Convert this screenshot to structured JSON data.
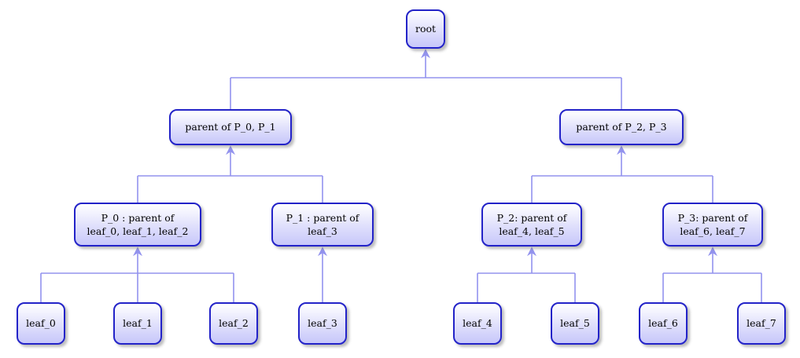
{
  "diagram": {
    "type": "tree",
    "colors": {
      "node_border": "#2323c8",
      "node_fill_top": "#ffffff",
      "node_fill_mid": "#e2e2fc",
      "node_fill_bottom": "#c7c7fa",
      "edge": "#9393ee",
      "text": "#000000"
    },
    "nodes": {
      "root": {
        "label": "root"
      },
      "parent_left": {
        "label": "parent of P_0, P_1"
      },
      "parent_right": {
        "label": "parent of P_2, P_3"
      },
      "p0": {
        "label": "P_0 : parent of\nleaf_0, leaf_1, leaf_2"
      },
      "p1": {
        "label": "P_1 : parent of\nleaf_3"
      },
      "p2": {
        "label": "P_2: parent of\nleaf_4, leaf_5"
      },
      "p3": {
        "label": "P_3: parent of\nleaf_6, leaf_7"
      },
      "leaf_0": {
        "label": "leaf_0"
      },
      "leaf_1": {
        "label": "leaf_1"
      },
      "leaf_2": {
        "label": "leaf_2"
      },
      "leaf_3": {
        "label": "leaf_3"
      },
      "leaf_4": {
        "label": "leaf_4"
      },
      "leaf_5": {
        "label": "leaf_5"
      },
      "leaf_6": {
        "label": "leaf_6"
      },
      "leaf_7": {
        "label": "leaf_7"
      }
    },
    "edges": [
      [
        "root",
        "parent_left"
      ],
      [
        "root",
        "parent_right"
      ],
      [
        "parent_left",
        "p0"
      ],
      [
        "parent_left",
        "p1"
      ],
      [
        "parent_right",
        "p2"
      ],
      [
        "parent_right",
        "p3"
      ],
      [
        "p0",
        "leaf_0"
      ],
      [
        "p0",
        "leaf_1"
      ],
      [
        "p0",
        "leaf_2"
      ],
      [
        "p1",
        "leaf_3"
      ],
      [
        "p2",
        "leaf_4"
      ],
      [
        "p2",
        "leaf_5"
      ],
      [
        "p3",
        "leaf_6"
      ],
      [
        "p3",
        "leaf_7"
      ]
    ]
  }
}
